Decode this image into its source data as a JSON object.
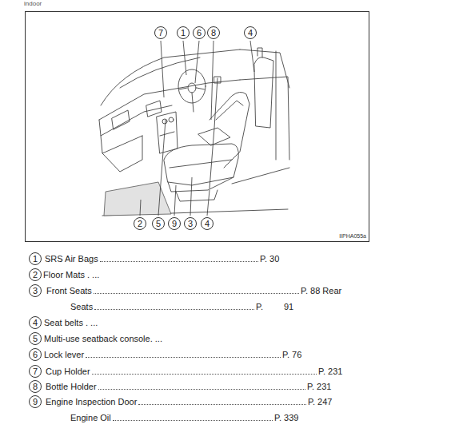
{
  "diagram": {
    "nodes": [
      {
        "text": [
          "IIPHA055a"
        ]
      },
      {
        "text": [
          "7"
        ],
        "in": 0
      },
      {
        "text": [
          "1"
        ],
        "in": 0
      },
      {
        "text": [
          "6"
        ],
        "in": 0
      },
      {
        "text": [
          "8"
        ],
        "in": 0
      },
      {
        "text": [
          "4"
        ],
        "in": 0
      },
      {
        "text": [
          "2"
        ],
        "in": 0
      },
      {
        "text": [
          "5"
        ],
        "in": 0
      },
      {
        "text": [
          "9"
        ],
        "in": 0
      },
      {
        "text": [
          "3"
        ],
        "in": 0
      },
      {
        "text": [
          "4"
        ],
        "in": 0
      },
      {
        "text": [
          "1"
        ]
      },
      {
        "text": [
          "2"
        ]
      },
      {
        "text": [
          "3"
        ]
      },
      {
        "text": [
          "4"
        ]
      },
      {
        "text": [
          "5"
        ]
      },
      {
        "text": [
          "6"
        ]
      },
      {
        "text": [
          "7"
        ]
      },
      {
        "text": [
          "8"
        ]
      },
      {
        "text": [
          "9"
        ]
      }
    ],
    "labels": [
      "indoor",
      "SRS Air Bags",
      "P. 30",
      "Floor Mats . ...",
      "Front Seats",
      "P. 88 Rear",
      "Seats",
      "P.",
      "91",
      "Seat belts . ...",
      "Multi-use seatback console. ...",
      "Lock lever",
      "P. 76",
      "Cup Holder",
      "P. 231",
      "Bottle Holder",
      "P. 231",
      "Engine Inspection Door",
      "P. 247",
      "Engine Oil",
      "P. 339"
    ]
  }
}
